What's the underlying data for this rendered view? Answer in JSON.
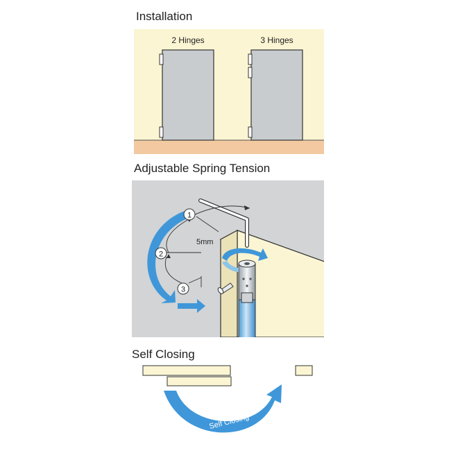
{
  "sections": {
    "installation": {
      "title": "Installation",
      "door_left_label": "2 Hinges",
      "door_right_label": "3 Hinges"
    },
    "spring_tension": {
      "title": "Adjustable Spring Tension",
      "step_1": "1",
      "step_2": "2",
      "step_3": "3",
      "wrench_size": "5mm"
    },
    "self_closing": {
      "title": "Self Closing",
      "arrow_label": "Self Closing"
    }
  },
  "colors": {
    "panel_background": "#fbf5d3",
    "floor": "#f2c9a0",
    "door": "#c9cccf",
    "wall": "#d2d4d6",
    "arrow_blue": "#3f97d9",
    "arrow_blue_light": "#8cc4ea",
    "outline": "#333333"
  }
}
